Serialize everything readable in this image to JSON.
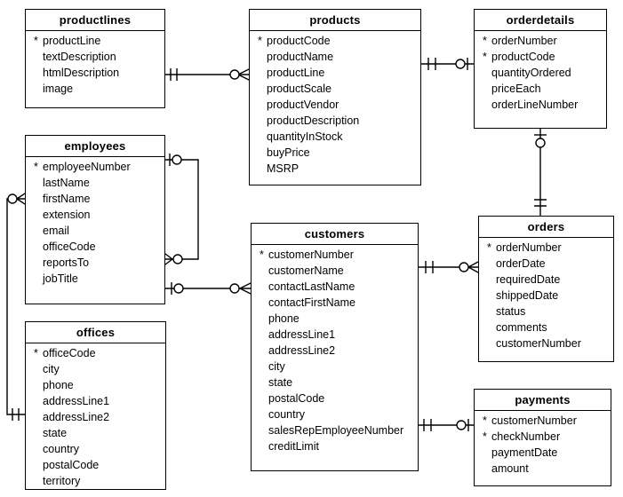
{
  "notation": {
    "pk_marker": "*",
    "legend": {
      "double-tick": "exactly one",
      "tick-circle": "one (optional)",
      "circle-tick": "zero or one",
      "circle-crowfoot": "zero or many"
    }
  },
  "tables": [
    {
      "id": "productlines",
      "title": "productlines",
      "fields": [
        {
          "name": "productLine",
          "pk": true
        },
        {
          "name": "textDescription",
          "pk": false
        },
        {
          "name": "htmlDescription",
          "pk": false
        },
        {
          "name": "image",
          "pk": false
        }
      ]
    },
    {
      "id": "products",
      "title": "products",
      "fields": [
        {
          "name": "productCode",
          "pk": true
        },
        {
          "name": "productName",
          "pk": false
        },
        {
          "name": "productLine",
          "pk": false
        },
        {
          "name": "productScale",
          "pk": false
        },
        {
          "name": "productVendor",
          "pk": false
        },
        {
          "name": "productDescription",
          "pk": false
        },
        {
          "name": "quantityInStock",
          "pk": false
        },
        {
          "name": "buyPrice",
          "pk": false
        },
        {
          "name": "MSRP",
          "pk": false
        }
      ]
    },
    {
      "id": "orderdetails",
      "title": "orderdetails",
      "fields": [
        {
          "name": "orderNumber",
          "pk": true
        },
        {
          "name": "productCode",
          "pk": true
        },
        {
          "name": "quantityOrdered",
          "pk": false
        },
        {
          "name": "priceEach",
          "pk": false
        },
        {
          "name": "orderLineNumber",
          "pk": false
        }
      ]
    },
    {
      "id": "employees",
      "title": "employees",
      "fields": [
        {
          "name": "employeeNumber",
          "pk": true
        },
        {
          "name": "lastName",
          "pk": false
        },
        {
          "name": "firstName",
          "pk": false
        },
        {
          "name": "extension",
          "pk": false
        },
        {
          "name": "email",
          "pk": false
        },
        {
          "name": "officeCode",
          "pk": false
        },
        {
          "name": "reportsTo",
          "pk": false
        },
        {
          "name": "jobTitle",
          "pk": false
        }
      ]
    },
    {
      "id": "customers",
      "title": "customers",
      "fields": [
        {
          "name": "customerNumber",
          "pk": true
        },
        {
          "name": "customerName",
          "pk": false
        },
        {
          "name": "contactLastName",
          "pk": false
        },
        {
          "name": "contactFirstName",
          "pk": false
        },
        {
          "name": "phone",
          "pk": false
        },
        {
          "name": "addressLine1",
          "pk": false
        },
        {
          "name": "addressLine2",
          "pk": false
        },
        {
          "name": "city",
          "pk": false
        },
        {
          "name": "state",
          "pk": false
        },
        {
          "name": "postalCode",
          "pk": false
        },
        {
          "name": "country",
          "pk": false
        },
        {
          "name": "salesRepEmployeeNumber",
          "pk": false
        },
        {
          "name": "creditLimit",
          "pk": false
        }
      ]
    },
    {
      "id": "orders",
      "title": "orders",
      "fields": [
        {
          "name": "orderNumber",
          "pk": true
        },
        {
          "name": "orderDate",
          "pk": false
        },
        {
          "name": "requiredDate",
          "pk": false
        },
        {
          "name": "shippedDate",
          "pk": false
        },
        {
          "name": "status",
          "pk": false
        },
        {
          "name": "comments",
          "pk": false
        },
        {
          "name": "customerNumber",
          "pk": false
        }
      ]
    },
    {
      "id": "offices",
      "title": "offices",
      "fields": [
        {
          "name": "officeCode",
          "pk": true
        },
        {
          "name": "city",
          "pk": false
        },
        {
          "name": "phone",
          "pk": false
        },
        {
          "name": "addressLine1",
          "pk": false
        },
        {
          "name": "addressLine2",
          "pk": false
        },
        {
          "name": "state",
          "pk": false
        },
        {
          "name": "country",
          "pk": false
        },
        {
          "name": "postalCode",
          "pk": false
        },
        {
          "name": "territory",
          "pk": false
        }
      ]
    },
    {
      "id": "payments",
      "title": "payments",
      "fields": [
        {
          "name": "customerNumber",
          "pk": true
        },
        {
          "name": "checkNumber",
          "pk": true
        },
        {
          "name": "paymentDate",
          "pk": false
        },
        {
          "name": "amount",
          "pk": false
        }
      ]
    }
  ],
  "relationships": [
    {
      "from": "productlines",
      "to": "products",
      "from_end": "double-tick",
      "to_end": "circle-crowfoot"
    },
    {
      "from": "products",
      "to": "orderdetails",
      "from_end": "double-tick",
      "to_end": "circle-tick"
    },
    {
      "from": "orders",
      "to": "orderdetails",
      "from_end": "double-tick",
      "to_end": "circle-tick"
    },
    {
      "from": "customers",
      "to": "orders",
      "from_end": "double-tick",
      "to_end": "circle-crowfoot"
    },
    {
      "from": "customers",
      "to": "payments",
      "from_end": "double-tick",
      "to_end": "circle-tick"
    },
    {
      "from": "employees",
      "to": "customers",
      "from_end": "tick-circle",
      "to_end": "circle-crowfoot"
    },
    {
      "from": "offices",
      "to": "employees",
      "from_end": "double-tick",
      "to_end": "circle-crowfoot"
    },
    {
      "from": "employees",
      "to": "employees",
      "via": "reportsTo",
      "from_end": "tick-circle",
      "to_end": "circle-crowfoot"
    }
  ],
  "colors": {
    "line": "#000000",
    "text": "#000000",
    "background": "#ffffff"
  }
}
